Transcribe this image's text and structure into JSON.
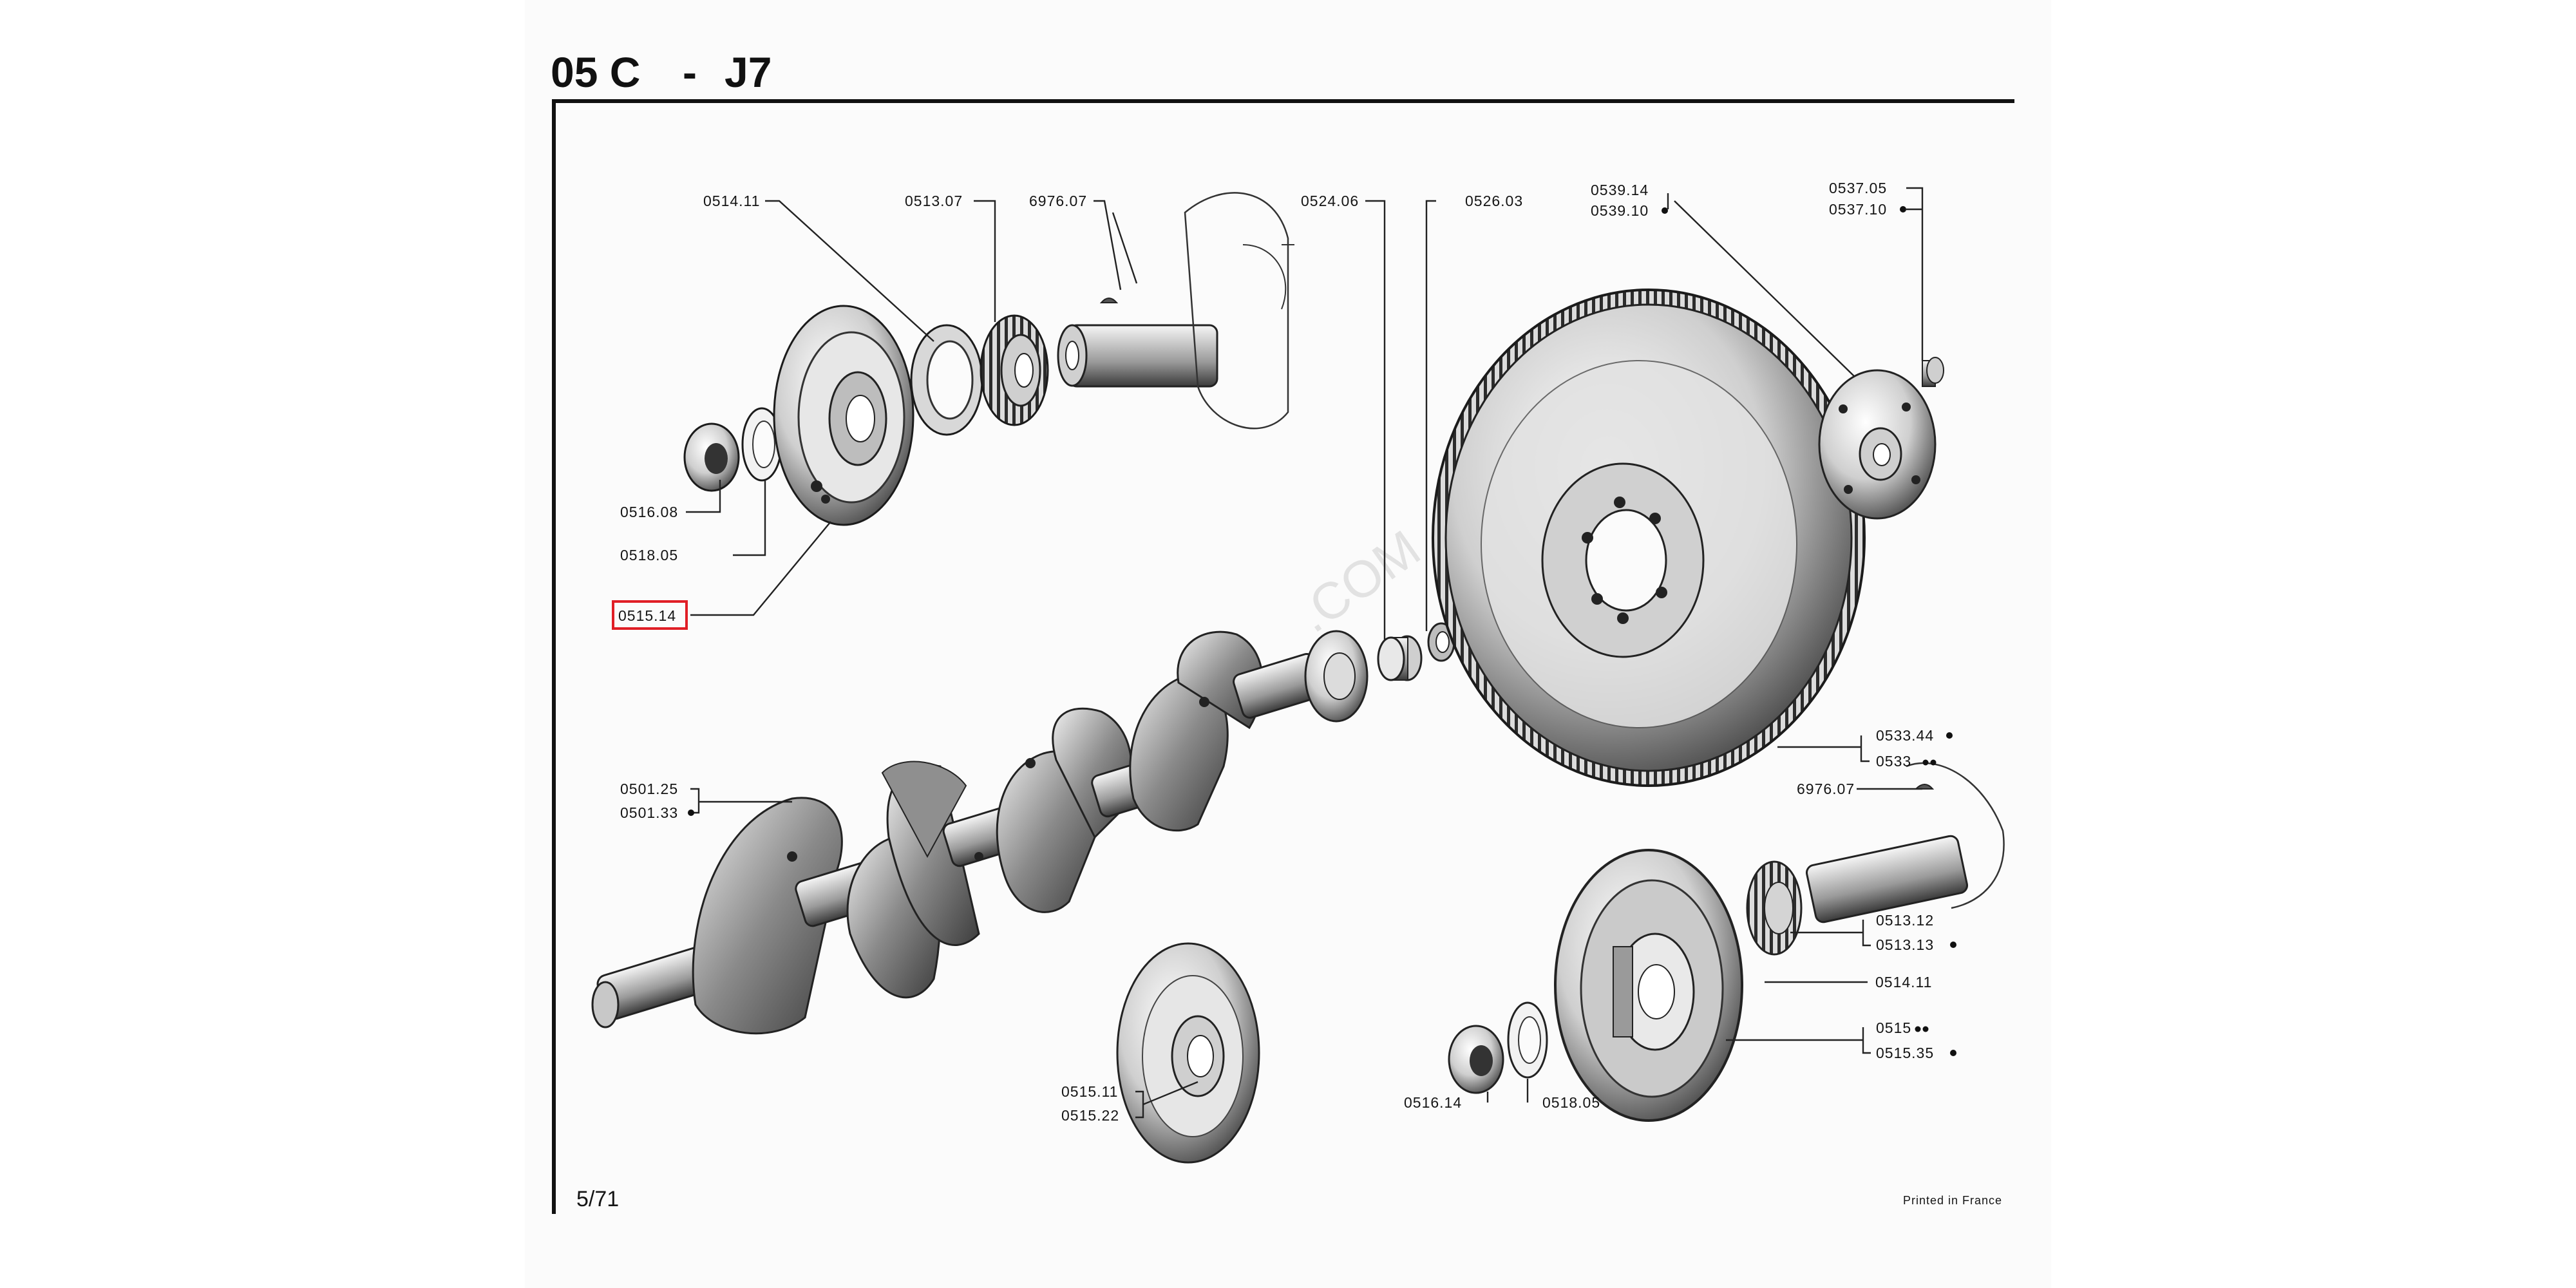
{
  "header": {
    "code": "05 C",
    "dash": "-",
    "model": "J7"
  },
  "footer": {
    "page": "5/71",
    "printed": "Printed in France"
  },
  "watermark": ".COM",
  "highlight_color": "#e01e26",
  "labels": {
    "pulley_nut": "0516.08",
    "pulley_washer": "0518.05",
    "pulley_selected": "0515.14",
    "front_seal": "0514.11",
    "timing_gear": "0513.07",
    "woodruff_key_top": "6976.07",
    "pilot_bushing": "0524.06",
    "pilot_bearing": "0526.03",
    "flywheel_bolt_a": "0539.14",
    "flywheel_bolt_b": "0539.10",
    "flywheel_screw_a": "0537.05",
    "flywheel_screw_b": "0537.10",
    "crankshaft_a": "0501.25",
    "crankshaft_b": "0501.33",
    "flywheel_a": "0533.44",
    "flywheel_b": "0533",
    "woodruff_key_bottom": "6976.07",
    "gear_a": "0513.12",
    "gear_b": "0513.13",
    "seal_bottom": "0514.11",
    "damper_a": "0515",
    "damper_b": "0515.35",
    "pulley_a": "0515.11",
    "pulley_b": "0515.22",
    "nut_bottom": "0516.14",
    "washer_bottom": "0518.05"
  }
}
